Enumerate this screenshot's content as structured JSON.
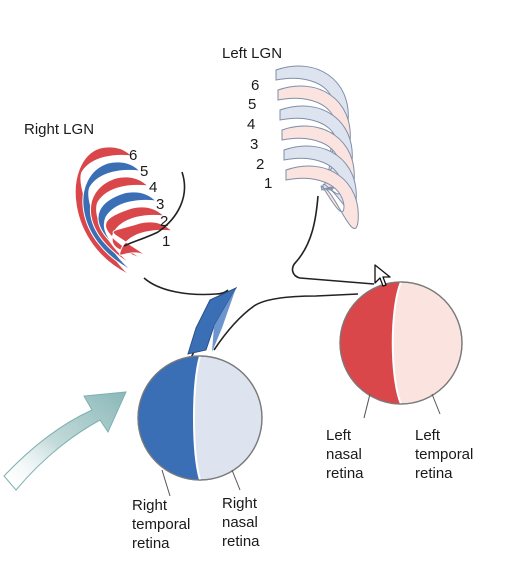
{
  "right_lgn": {
    "title": "Right LGN",
    "layers": [
      "6",
      "5",
      "4",
      "3",
      "2",
      "1"
    ]
  },
  "left_lgn": {
    "title": "Left LGN",
    "layers": [
      "6",
      "5",
      "4",
      "3",
      "2",
      "1"
    ]
  },
  "right_eye": {
    "temporal_label": "Right\ntemporal\nretina",
    "nasal_label": "Right\nnasal\nretina"
  },
  "left_eye": {
    "nasal_label": "Left\nnasal\nretina",
    "temporal_label": "Left\ntemporal\nretina"
  },
  "colors": {
    "red": "#d9474a",
    "pink": "#fbe3df",
    "blue": "#3a6fb6",
    "light_blue": "#dde4f0",
    "arrow": "#9cc4c4",
    "line": "#222222"
  }
}
